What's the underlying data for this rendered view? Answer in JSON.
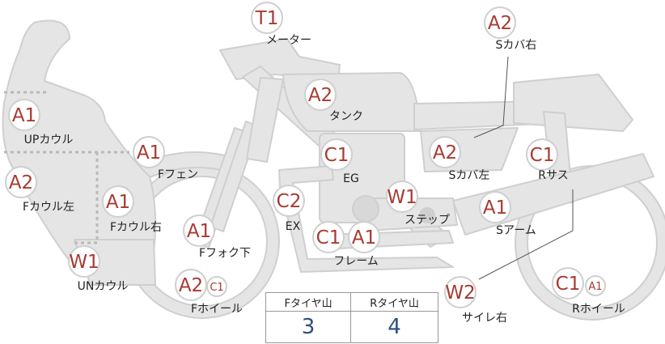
{
  "parts": [
    {
      "id": "meter",
      "name": "メーター",
      "badges": [
        {
          "code": "T1"
        }
      ]
    },
    {
      "id": "side-cover-r",
      "name": "Sカバ右",
      "badges": [
        {
          "code": "A2"
        }
      ]
    },
    {
      "id": "upper-cowl",
      "name": "UPカウル",
      "badges": [
        {
          "code": "A1"
        }
      ]
    },
    {
      "id": "tank",
      "name": "タンク",
      "badges": [
        {
          "code": "A2"
        }
      ]
    },
    {
      "id": "f-fender",
      "name": "Fフェン",
      "badges": [
        {
          "code": "A1"
        }
      ]
    },
    {
      "id": "engine",
      "name": "EG",
      "badges": [
        {
          "code": "C1"
        }
      ]
    },
    {
      "id": "side-cover-l",
      "name": "Sカバ左",
      "badges": [
        {
          "code": "A2"
        }
      ]
    },
    {
      "id": "r-sus",
      "name": "Rサス",
      "badges": [
        {
          "code": "C1"
        }
      ]
    },
    {
      "id": "f-cowl-l",
      "name": "Fカウル左",
      "badges": [
        {
          "code": "A2"
        }
      ]
    },
    {
      "id": "f-cowl-r",
      "name": "Fカウル右",
      "badges": [
        {
          "code": "A1"
        }
      ]
    },
    {
      "id": "exhaust",
      "name": "EX",
      "badges": [
        {
          "code": "C2"
        }
      ]
    },
    {
      "id": "step",
      "name": "ステップ",
      "badges": [
        {
          "code": "W1"
        }
      ]
    },
    {
      "id": "swingarm",
      "name": "Sアーム",
      "badges": [
        {
          "code": "A1"
        }
      ]
    },
    {
      "id": "f-fork",
      "name": "Fフォク下",
      "badges": [
        {
          "code": "A1"
        }
      ]
    },
    {
      "id": "frame",
      "name": "フレーム",
      "badges": [
        {
          "code": "C1"
        },
        {
          "code": "A1"
        }
      ]
    },
    {
      "id": "under-cowl",
      "name": "UNカウル",
      "badges": [
        {
          "code": "W1"
        }
      ]
    },
    {
      "id": "f-wheel",
      "name": "Fホイール",
      "badges": [
        {
          "code": "A2"
        },
        {
          "code": "C1"
        }
      ]
    },
    {
      "id": "muffler-r",
      "name": "サイレ右",
      "badges": [
        {
          "code": "W2"
        }
      ]
    },
    {
      "id": "r-wheel",
      "name": "Rホイール",
      "badges": [
        {
          "code": "C1"
        },
        {
          "code": "A1"
        }
      ]
    }
  ],
  "tire_table": {
    "headers": [
      "Fタイヤ山",
      "Rタイヤ山"
    ],
    "values": [
      "3",
      "4"
    ]
  },
  "colors": {
    "badge_text": "#a83a32",
    "part_fill": "#e5e5e5",
    "part_stroke": "#cfcfcf",
    "value_text": "#2d4f80"
  }
}
